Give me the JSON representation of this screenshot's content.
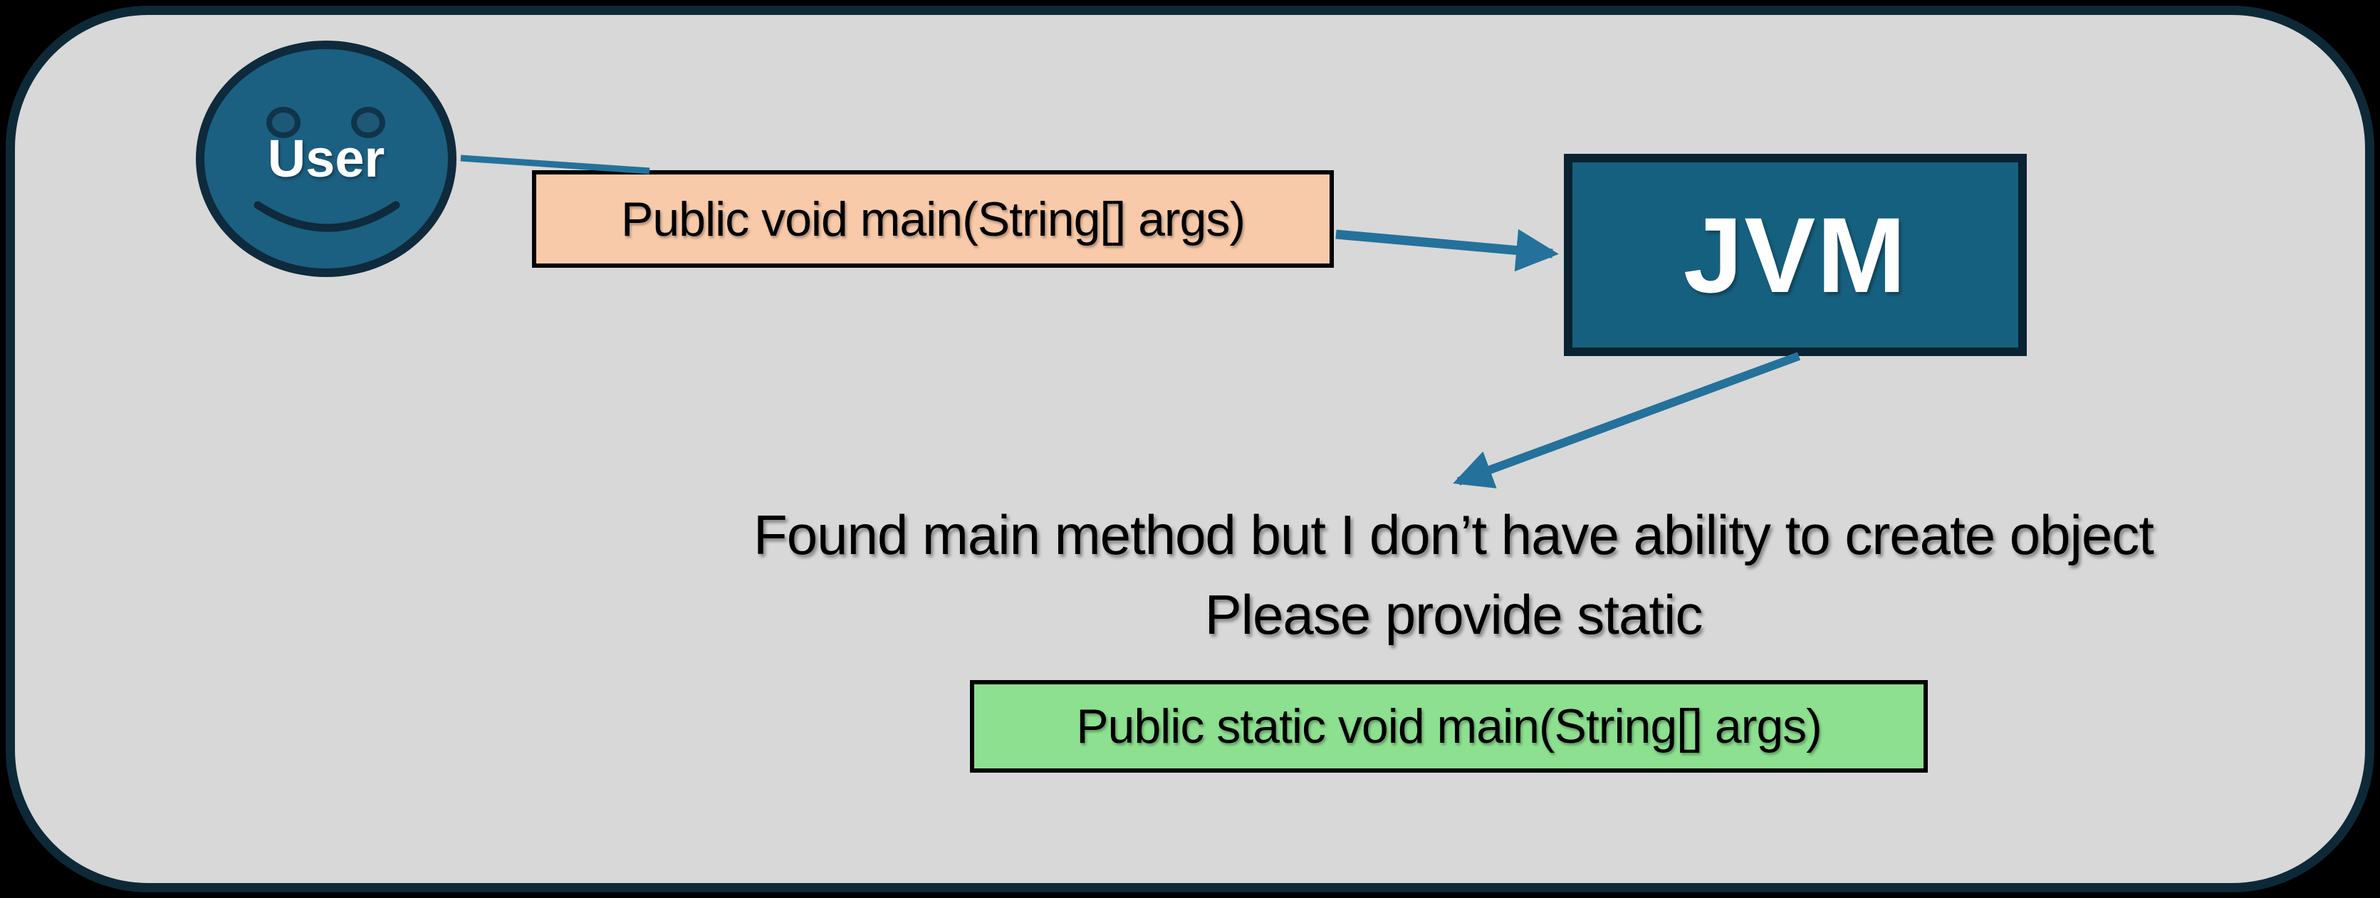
{
  "nodes": {
    "user": {
      "label": "User",
      "fill": "#1b6080",
      "border": "#0e2a3c"
    },
    "jvm": {
      "label": "JVM",
      "fill": "#16607f",
      "border": "#0a2231"
    }
  },
  "boxes": {
    "call": {
      "label": "Public void main(String[] args)",
      "fill": "#f8caa9",
      "border": "#000000"
    },
    "static_box": {
      "label": "Public static void main(String[] args)",
      "fill": "#8ce08f",
      "border": "#000000"
    }
  },
  "message": {
    "line1": "Found main method but I don’t have ability to create object",
    "line2": "Please provide static"
  },
  "colors": {
    "background": "#000000",
    "canvas_fill": "#d8d8d8",
    "canvas_border": "#0d2938",
    "arrow": "#24719b",
    "text_dark": "#000000",
    "text_light": "#ffffff"
  }
}
